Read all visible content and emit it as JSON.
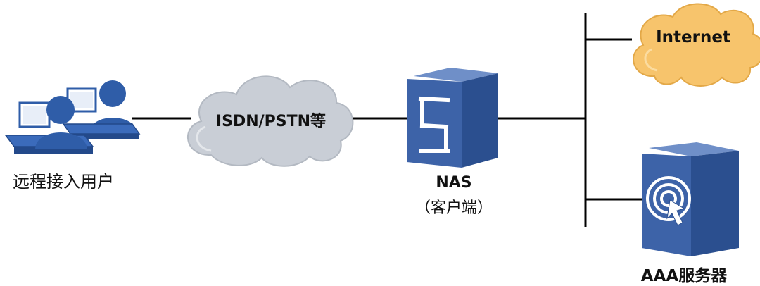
{
  "nodes": {
    "remote_users": {
      "label": "远程接入用户"
    },
    "isdn_cloud": {
      "label": "ISDN/PSTN等"
    },
    "nas": {
      "label": "NAS",
      "sublabel": "（客户端）"
    },
    "internet_cloud": {
      "label": "Internet"
    },
    "aaa_server": {
      "label": "AAA服务器"
    }
  },
  "colors": {
    "server_blue": "#3d63a8",
    "server_dark": "#2b4f8f",
    "user_blue": "#2f5da8",
    "cloud_gray": "#c9ced6",
    "cloud_orange": "#f7c46c",
    "line": "#000000"
  }
}
